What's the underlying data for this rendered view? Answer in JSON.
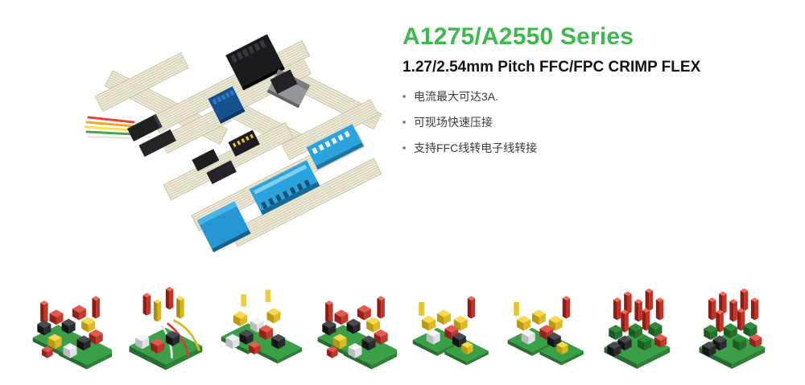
{
  "brand": {
    "accent_green": "#3eb94d",
    "connector_blue": "#2ba3dd",
    "ribbon_cream": "#ece9d8"
  },
  "header": {
    "title": "A1275/A2550 Series",
    "subtitle": "1.27/2.54mm Pitch FFC/FPC CRIMP FLEX"
  },
  "features": [
    "电流最大可达3A.",
    "可现场快速压接",
    "支持FFC线转电子线转接"
  ],
  "hero": {
    "icon": "ffc-fpc-crimp-connectors-illustration"
  },
  "gallery": {
    "thumbnail_count": 8,
    "icon": "pcb-application-examples"
  }
}
